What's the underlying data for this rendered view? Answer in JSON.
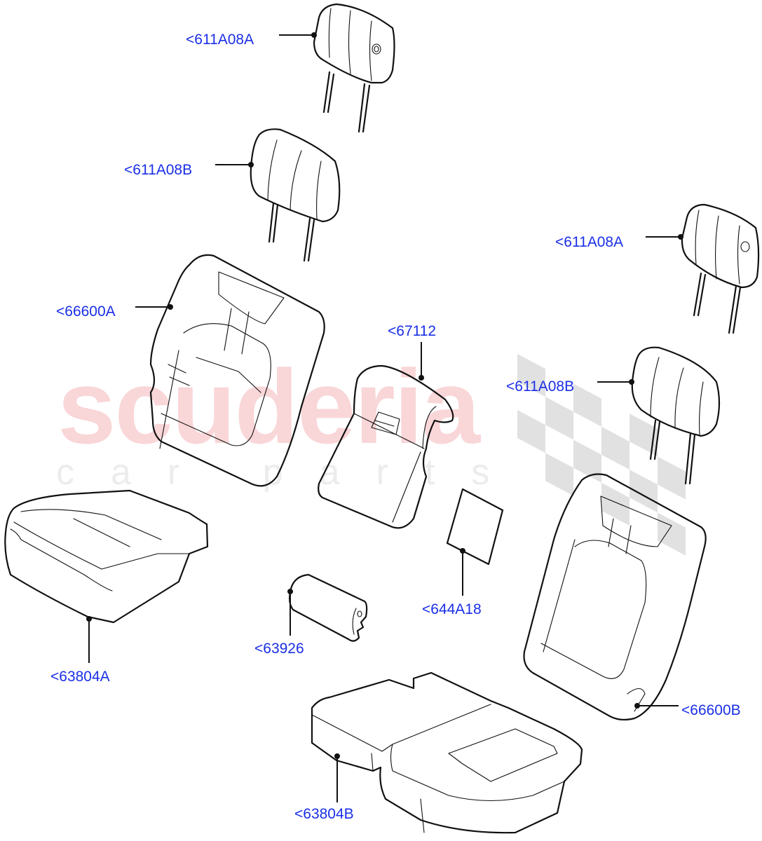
{
  "diagram": {
    "title": "Rear seat covers exploded parts diagram",
    "watermark": {
      "main_text": "scuderia",
      "sub_text": "car parts",
      "main_color": "#f9d6d8",
      "sub_color": "#ececec",
      "flag_color": "#d9d9d9"
    },
    "label_color": "#1a2fe6",
    "callouts": [
      {
        "id": "c1",
        "label": "<611A08A",
        "part": "Headrest A (left)"
      },
      {
        "id": "c2",
        "label": "<611A08B",
        "part": "Headrest B (left)"
      },
      {
        "id": "c3",
        "label": "<611A08A",
        "part": "Headrest A (right)"
      },
      {
        "id": "c4",
        "label": "<66600A",
        "part": "Seat back cover A"
      },
      {
        "id": "c5",
        "label": "<67112",
        "part": "Armrest cover"
      },
      {
        "id": "c6",
        "label": "<611A08B",
        "part": "Headrest B (right)"
      },
      {
        "id": "c7",
        "label": "<63804A",
        "part": "Seat cushion cover A"
      },
      {
        "id": "c8",
        "label": "<63926",
        "part": "Armrest end cover"
      },
      {
        "id": "c9",
        "label": "<644A18",
        "part": "Label/pad panel"
      },
      {
        "id": "c10",
        "label": "<66600B",
        "part": "Seat back cover B"
      },
      {
        "id": "c11",
        "label": "<63804B",
        "part": "Seat cushion cover B"
      }
    ]
  }
}
